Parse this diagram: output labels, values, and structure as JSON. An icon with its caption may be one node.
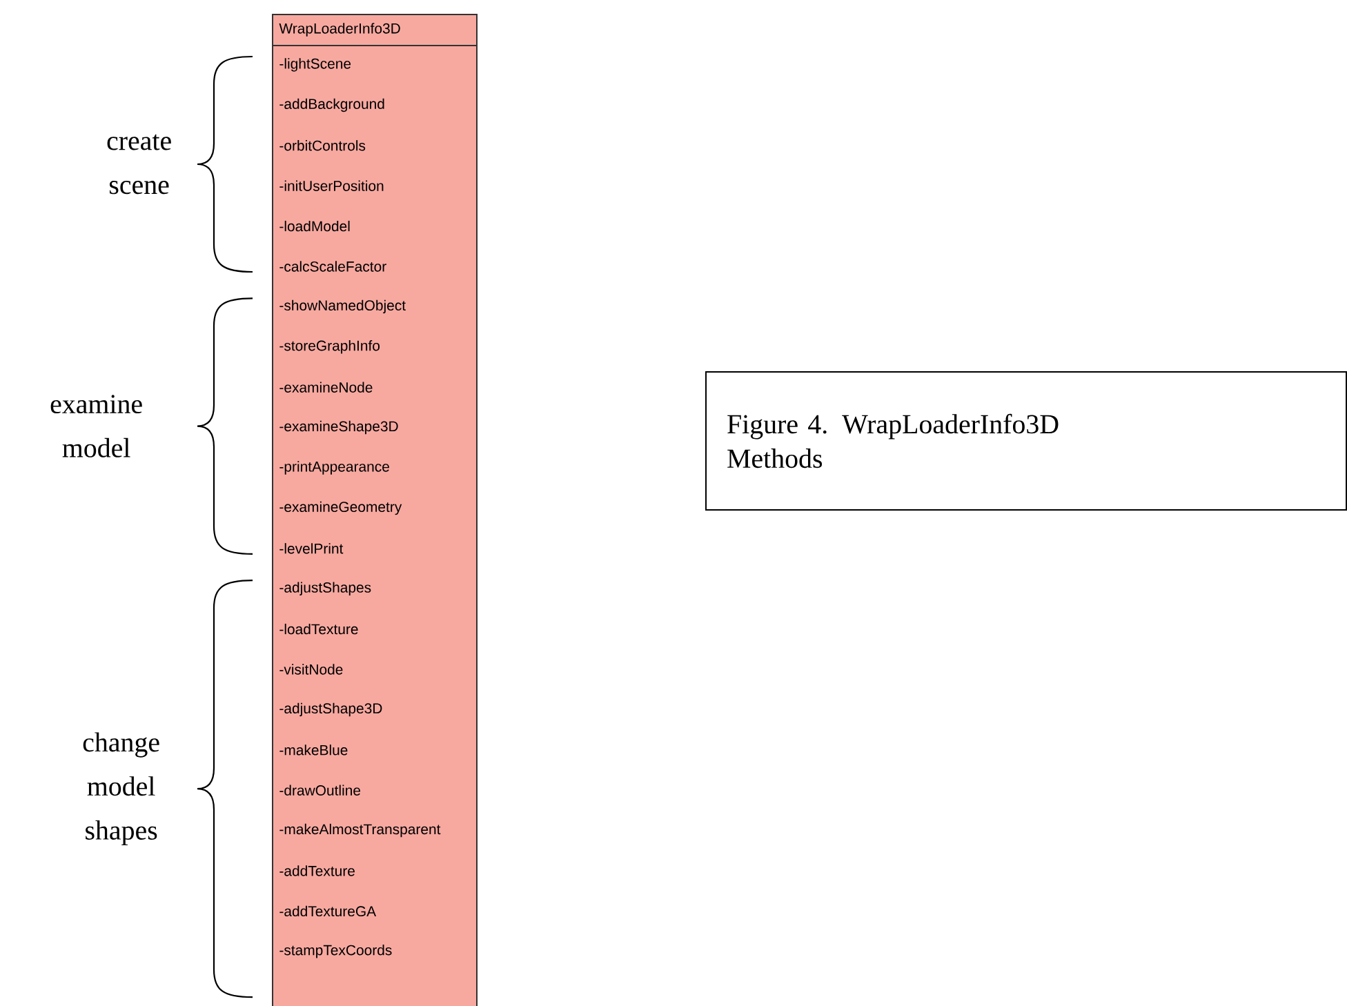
{
  "diagram": {
    "nodes": [
      {
        "text": [
          "WrapLoaderInfo3D",
          "-lightScene",
          "-addBackground",
          "-orbitControls",
          "-initUserPosition",
          "-loadModel",
          "-calcScaleFactor",
          "-showNamedObject",
          "-storeGraphInfo",
          "-examineNode",
          "-examineShape3D",
          "-printAppearance",
          "-examineGeometry",
          "-levelPrint",
          "-adjustShapes",
          "-loadTexture",
          "-visitNode",
          "-adjustShape3D",
          "-makeBlue",
          "-drawOutline",
          "-makeAlmostTransparent",
          "-addTexture",
          "-addTextureGA",
          "-stampTexCoords"
        ]
      },
      {
        "text": [
          "Figure 4. WrapLoaderInfo3D Methods"
        ]
      }
    ],
    "labels": [
      "create scene",
      "examine model",
      "change model shapes"
    ]
  }
}
